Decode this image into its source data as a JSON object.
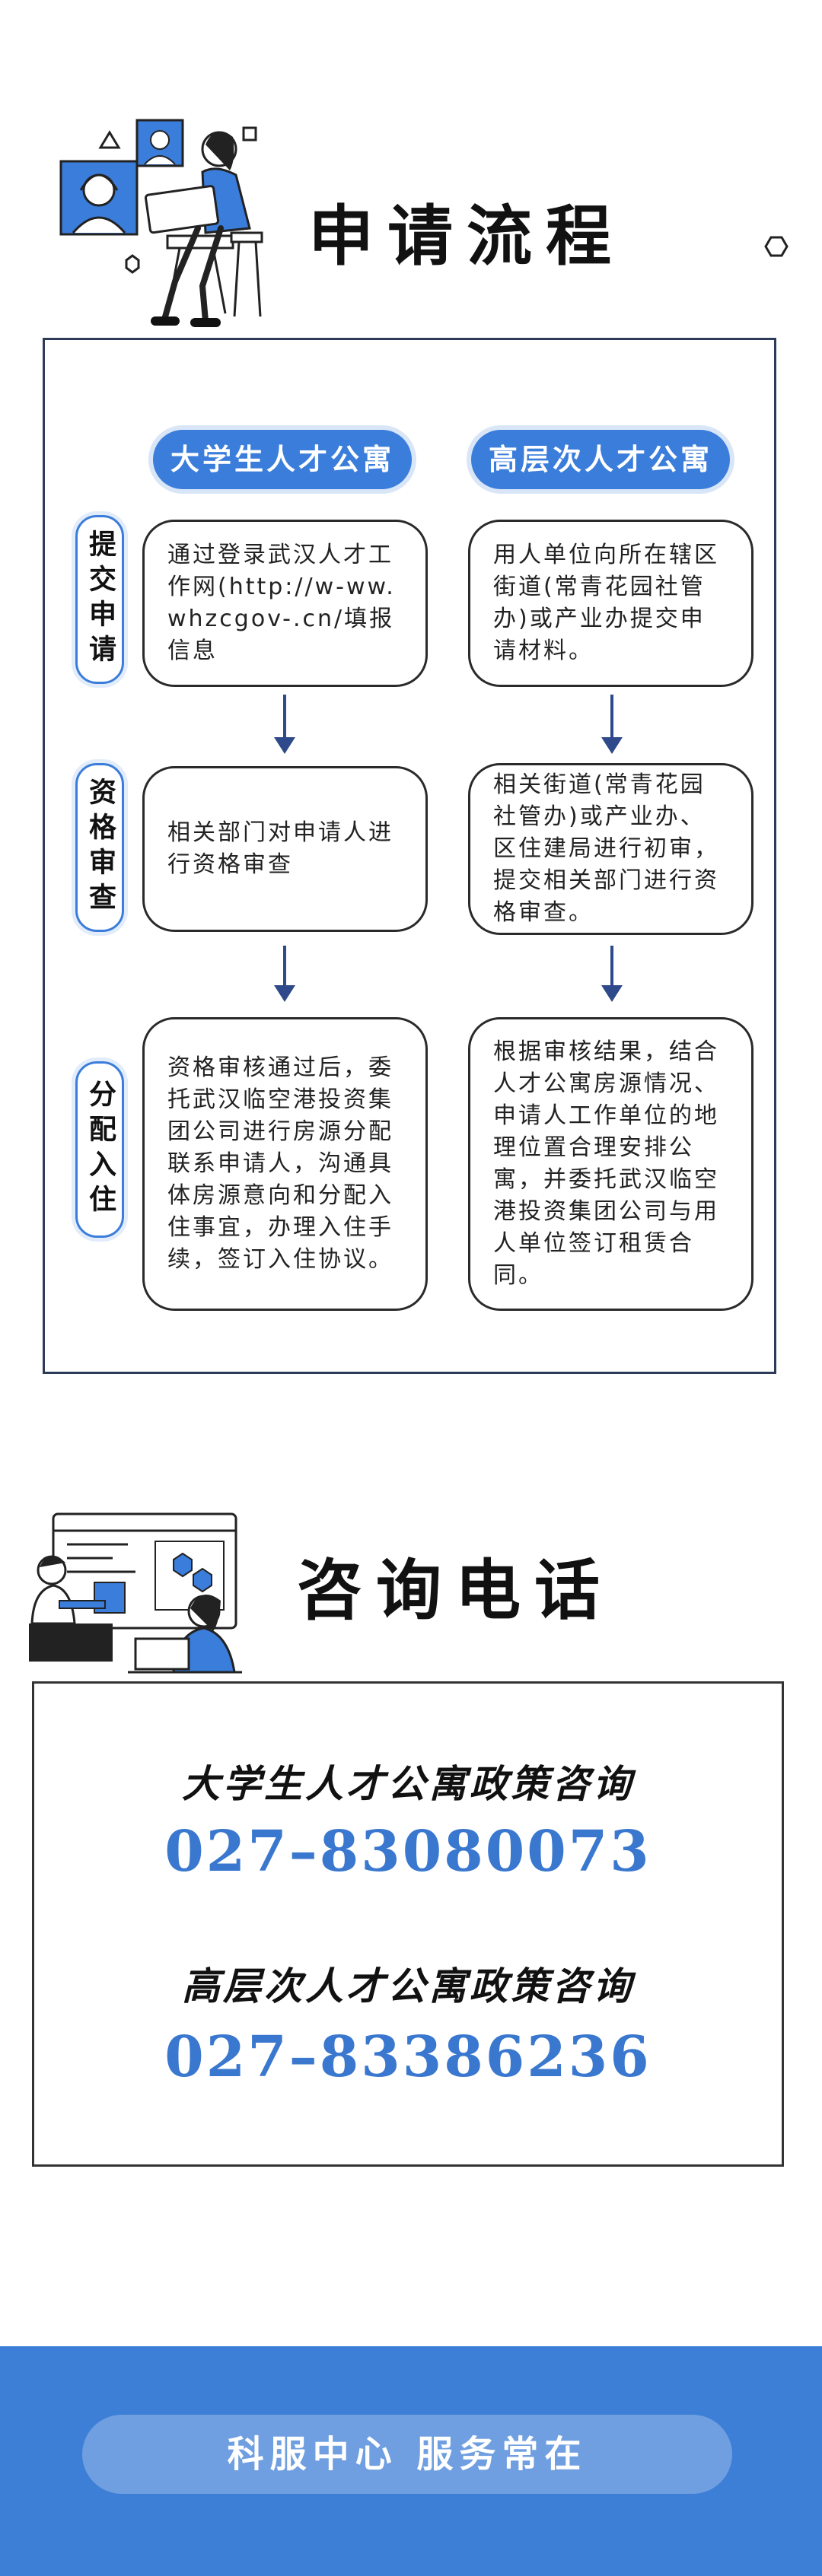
{
  "process": {
    "title": "申请流程",
    "categories": [
      "大学生人才公寓",
      "高层次人才公寓"
    ],
    "stages": [
      {
        "label": "提交申请",
        "university": "通过登录武汉人才工作网(http://w-ww.whzcgov-.cn/填报信息",
        "high_level": "用人单位向所在辖区街道(常青花园社管办)或产业办提交申请材料。"
      },
      {
        "label": "资格审查",
        "university": "相关部门对申请人进行资格审查",
        "high_level": "相关街道(常青花园社管办)或产业办、区住建局进行初审，提交相关部门进行资格审查。"
      },
      {
        "label": "分配入住",
        "university": "资格审核通过后，委托武汉临空港投资集团公司进行房源分配联系申请人，沟通具体房源意向和分配入住事宜，办理入住手续，签订入住协议。",
        "high_level": "根据审核结果，结合人才公寓房源情况、申请人工作单位的地理位置合理安排公寓，并委托武汉临空港投资集团公司与用人单位签订租赁合同。"
      }
    ]
  },
  "contact": {
    "title": "咨询电话",
    "items": [
      {
        "label": "大学生人才公寓政策咨询",
        "phone": "027–83080073"
      },
      {
        "label": "高层次人才公寓政策咨询",
        "phone": "027–83386236"
      }
    ]
  },
  "footer": {
    "slogan": "科服中心  服务常在"
  },
  "colors": {
    "accent": "#3b7ddb",
    "footer": "#3d7fd6",
    "phone": "#3a77cf"
  }
}
